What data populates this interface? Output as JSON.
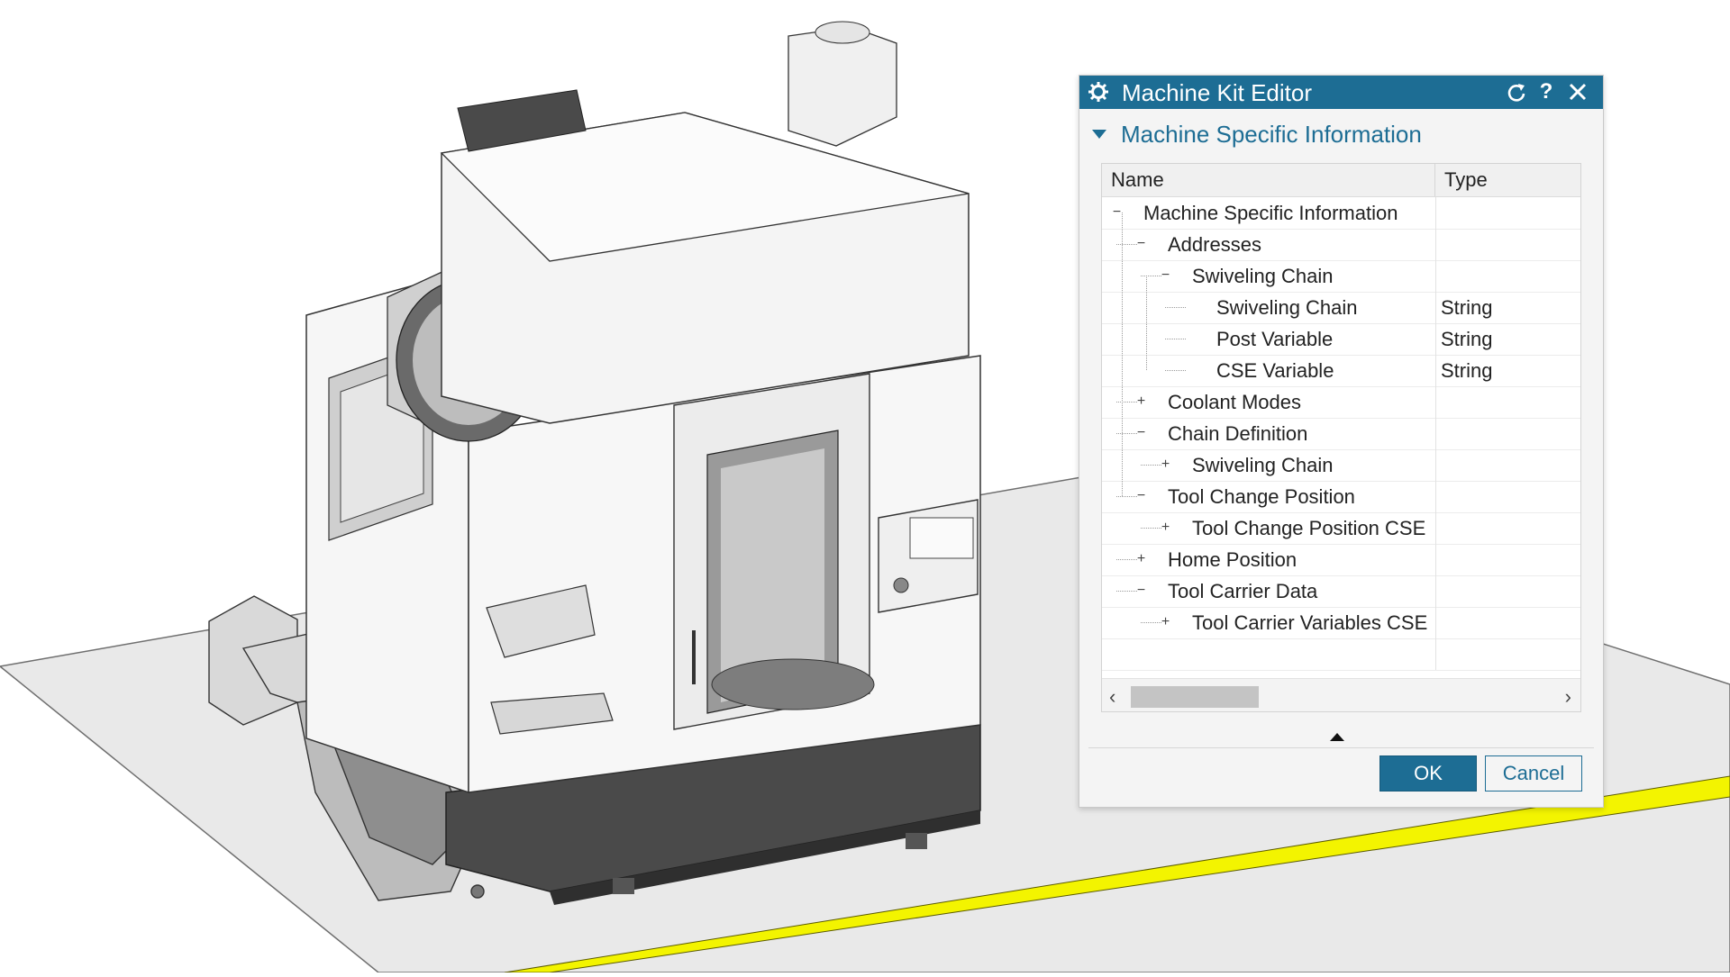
{
  "dialog": {
    "title": "Machine Kit Editor",
    "help_label": "?",
    "section_label": "Machine Specific Information",
    "columns": {
      "name": "Name",
      "type": "Type"
    },
    "rows": [
      {
        "label": "Machine Specific Information",
        "type": "",
        "level": 0,
        "toggle": "−"
      },
      {
        "label": "Addresses",
        "type": "",
        "level": 1,
        "toggle": "−"
      },
      {
        "label": "Swiveling Chain",
        "type": "",
        "level": 2,
        "toggle": "−"
      },
      {
        "label": "Swiveling Chain",
        "type": "String",
        "level": 3,
        "toggle": ""
      },
      {
        "label": "Post Variable",
        "type": "String",
        "level": 3,
        "toggle": ""
      },
      {
        "label": "CSE Variable",
        "type": "String",
        "level": 3,
        "toggle": ""
      },
      {
        "label": "Coolant Modes",
        "type": "",
        "level": 1,
        "toggle": "+"
      },
      {
        "label": "Chain Definition",
        "type": "",
        "level": 1,
        "toggle": "−"
      },
      {
        "label": "Swiveling Chain",
        "type": "",
        "level": 2,
        "toggle": "+"
      },
      {
        "label": "Tool Change Position",
        "type": "",
        "level": 1,
        "toggle": "−"
      },
      {
        "label": "Tool Change Position CSE",
        "type": "",
        "level": 2,
        "toggle": "+"
      },
      {
        "label": "Home Position",
        "type": "",
        "level": 1,
        "toggle": "+"
      },
      {
        "label": "Tool Carrier Data",
        "type": "",
        "level": 1,
        "toggle": "−"
      },
      {
        "label": "Tool Carrier Variables CSE",
        "type": "",
        "level": 2,
        "toggle": "+"
      }
    ],
    "ok_label": "OK",
    "cancel_label": "Cancel"
  },
  "colors": {
    "accent": "#1d6d94",
    "floor_stripe": "#f3f400"
  },
  "icons": [
    "gear-icon",
    "reset-icon",
    "help-icon",
    "close-icon",
    "expand-icon",
    "collapse-icon",
    "scroll-left-icon",
    "scroll-right-icon"
  ]
}
